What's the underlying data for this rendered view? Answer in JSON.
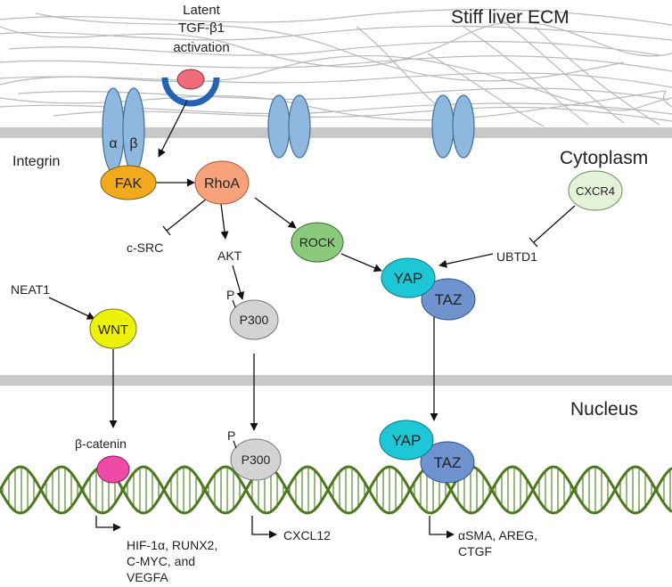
{
  "regions": {
    "ecm": "Stiff liver ECM",
    "cytoplasm": "Cytoplasm",
    "nucleus": "Nucleus"
  },
  "activation": [
    "Latent",
    "TGF-β1",
    "activation"
  ],
  "integrin": {
    "label": "Integrin",
    "alpha": "α",
    "beta": "β"
  },
  "nodes": {
    "fak": "FAK",
    "rhoa": "RhoA",
    "rock": "ROCK",
    "cxcr4": "CXCR4",
    "yap": "YAP",
    "taz": "TAZ",
    "wnt": "WNT",
    "p300": "P300",
    "yap_nuc": "YAP",
    "taz_nuc": "TAZ",
    "p300_nuc": "P300"
  },
  "labels": {
    "csrc": "c-SRC",
    "akt": "AKT",
    "ubtd1": "UBTD1",
    "neat1": "NEAT1",
    "bcatenin": "β-catenin",
    "phospho": "P",
    "phospho_nuc": "P"
  },
  "targets": {
    "wnt": [
      "HIF-1α, RUNX2,",
      "C-MYC, and",
      "VEGFA"
    ],
    "p300": [
      "CXCL12"
    ],
    "yap": [
      "αSMA, AREG,",
      "CTGF"
    ]
  },
  "colors": {
    "membrane": "#c8c8c8",
    "integrin": "#8fb8df",
    "integrin_stroke": "#3f6f9f",
    "fak": "#f3a91c",
    "rhoa": "#f7a27a",
    "rock": "#8bc97c",
    "cxcr4": "#e4f2d7",
    "yap": "#1ec7d6",
    "taz": "#6f93cf",
    "wnt": "#eef20a",
    "p300": "#d3d3d3",
    "bcatenin": "#ef4aa6",
    "tgf": "#f06c7b",
    "receptor": "#2363b3",
    "dna": "#4a7a1c"
  }
}
